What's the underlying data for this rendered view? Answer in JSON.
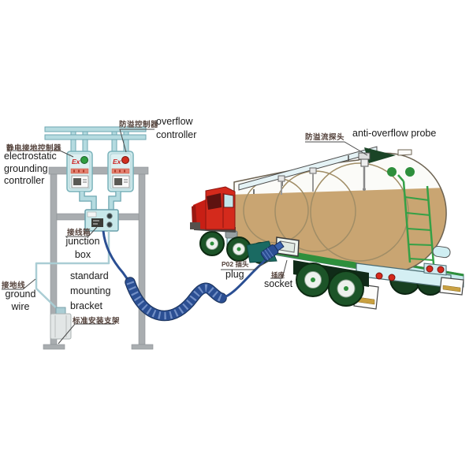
{
  "labels": {
    "electrostatic_grounding_controller": {
      "zh": "静电接地控制器",
      "en_line1": "electrostatic",
      "en_line2": "grounding",
      "en_line3": "controller"
    },
    "overflow_controller": {
      "zh": "防溢控制器",
      "en_line1": "overflow",
      "en_line2": "controller"
    },
    "anti_overflow_probe": {
      "zh": "防溢流探头",
      "en": "anti-overflow probe"
    },
    "junction_box": {
      "zh": "接线箱",
      "en_line1": "junction",
      "en_line2": "box"
    },
    "ground_wire": {
      "zh": "接地线",
      "en_line1": "ground",
      "en_line2": "wire"
    },
    "standard_mounting_bracket": {
      "en_line1": "standard",
      "en_line2": "mounting",
      "en_line3": "bracket",
      "zh": "标准安装支架"
    },
    "plug": {
      "zh": "P02 插头",
      "en": "plug"
    },
    "socket": {
      "zh": "插座",
      "en": "socket"
    }
  },
  "controllers": {
    "left_marking": "Ex",
    "right_marking": "Ex"
  },
  "colors": {
    "cab_red": "#d42a1c",
    "tank_liquid_tan": "#c9a572",
    "wheel_green": "#1c5428",
    "chassis_light_blue": "#c8eaee",
    "accent_green": "#2e8f3c",
    "cable_blue": "#2b4f93",
    "pipe_teal": "#b5dbe0",
    "controller_body_teal": "#cfeaec",
    "bracket_gray": "#a9adb0",
    "led_green": "#2f9e40",
    "led_red": "#d03020",
    "ex_red": "#cc2020",
    "label_text": "#1a1a1a",
    "chinese_text": "#53413a"
  }
}
